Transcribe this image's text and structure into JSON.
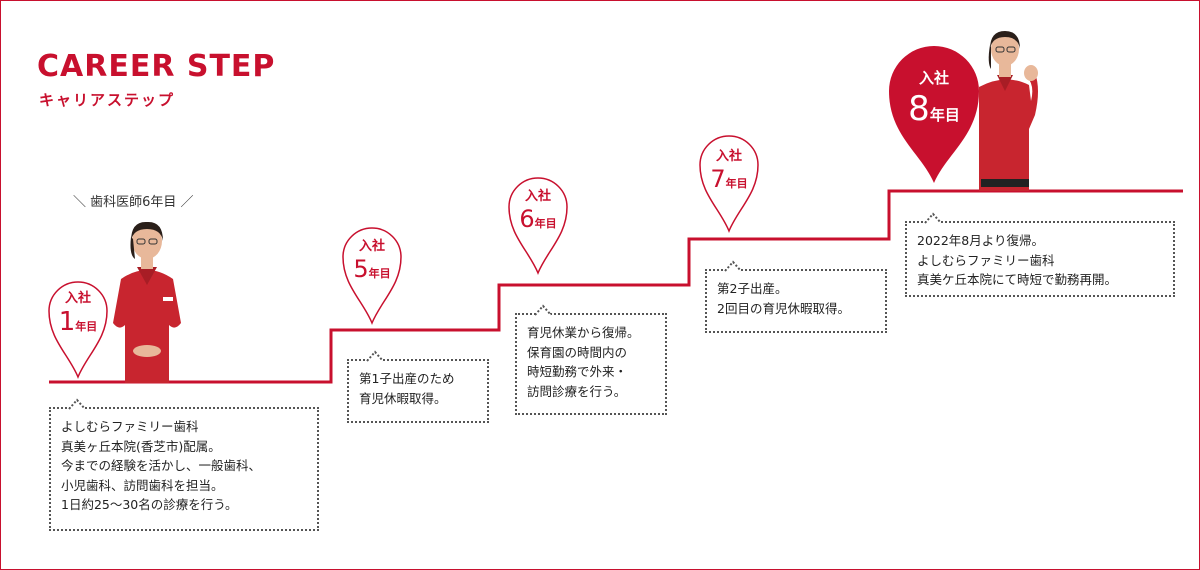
{
  "header": {
    "title_en": "CAREER STEP",
    "title_jp": "キャリアステップ"
  },
  "caption": "＼ 歯科医師6年目 ／",
  "steps": [
    {
      "top": "入社",
      "num": "1",
      "unit": "年目",
      "lines": [
        "よしむらファミリー歯科",
        "真美ヶ丘本院(香芝市)配属。",
        "今までの経験を活かし、一般歯科、",
        "小児歯科、訪問歯科を担当。",
        "1日約25〜30名の診療を行う。"
      ]
    },
    {
      "top": "入社",
      "num": "5",
      "unit": "年目",
      "lines": [
        "第1子出産のため",
        "育児休暇取得。"
      ]
    },
    {
      "top": "入社",
      "num": "6",
      "unit": "年目",
      "lines": [
        "育児休業から復帰。",
        "保育園の時間内の",
        "時短勤務で外来・",
        "訪問診療を行う。"
      ]
    },
    {
      "top": "入社",
      "num": "7",
      "unit": "年目",
      "lines": [
        "第2子出産。",
        "2回目の育児休暇取得。"
      ]
    },
    {
      "top": "入社",
      "num": "8",
      "unit": "年目",
      "lines": [
        "2022年8月より復帰。",
        "よしむらファミリー歯科",
        "真美ケ丘本院にて時短で勤務再開。"
      ]
    }
  ],
  "colors": {
    "accent": "#c8102e",
    "scrub": "#c8252f",
    "text": "#222222"
  }
}
